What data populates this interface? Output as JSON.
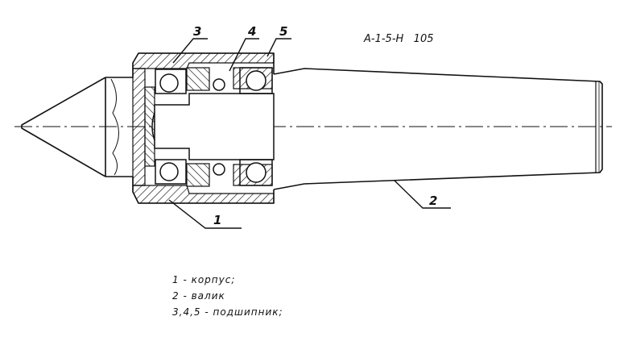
{
  "drawing": {
    "code": "А-1-5-Н   105",
    "callouts": [
      {
        "id": "c1",
        "label": "1"
      },
      {
        "id": "c2",
        "label": "2"
      },
      {
        "id": "c3",
        "label": "3"
      },
      {
        "id": "c4",
        "label": "4"
      },
      {
        "id": "c5",
        "label": "5"
      }
    ]
  },
  "legend": [
    "1 - корпус;",
    "2 - валик",
    "3,4,5 - подшипник;"
  ]
}
